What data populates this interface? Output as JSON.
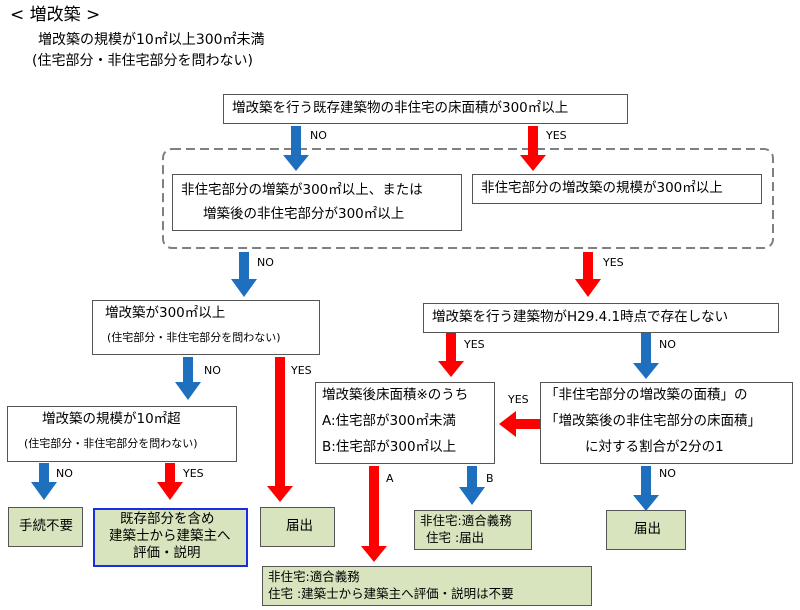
{
  "header": {
    "title": "< 増改築 >",
    "subtitle_1": "増改築の規模が10㎡以上300㎡未満",
    "subtitle_2": "(住宅部分・非住宅部分を問わない)"
  },
  "nodes": {
    "top_question": "増改築を行う既存建築物の非住宅の床面積が300㎡以上",
    "nonres_add_line1": "非住宅部分の増築が300㎡以上、または",
    "nonres_add_line2": "増築後の非住宅部分が300㎡以上",
    "nonres_scale": "非住宅部分の増改築の規模が300㎡以上",
    "scale_300_line1": "増改築が300㎡以上",
    "scale_300_line2": "(住宅部分・非住宅部分を問わない)",
    "h29_question": "増改築を行う建築物がH29.4.1時点で存在しない",
    "scale_10_line1": "増改築の規模が10㎡超",
    "scale_10_line2": "(住宅部分・非住宅部分を問わない)",
    "floor_area_line1": "増改築後床面積※のうち",
    "floor_area_line2": "A:住宅部が300㎡未満",
    "floor_area_line3": "B:住宅部が300㎡以上",
    "ratio_line1": "「非住宅部分の増改築の面積」の",
    "ratio_line2": "「増改築後の非住宅部分の床面積」",
    "ratio_line3": "に対する割合が2分の1"
  },
  "outcomes": {
    "no_procedure": "手続不要",
    "explain_line1": "既存部分を含め",
    "explain_line2": "建築士から建築主へ",
    "explain_line3": "評価・説明",
    "notify_1": "届出",
    "compliance_b_line1": "非住宅:適合義務",
    "compliance_b_line2": "住宅 :届出",
    "notify_2": "届出",
    "compliance_a_line1": "非住宅:適合義務",
    "compliance_a_line2": "住宅  :建築士から建築主へ評価・説明は不要"
  },
  "labels": {
    "no": "NO",
    "yes": "YES",
    "a": "A",
    "b": "B"
  },
  "colors": {
    "no_arrow": "#1f6fbf",
    "yes_arrow": "#ff0000",
    "outcome_fill": "#d7e4bd",
    "highlight_border": "#1b2de0"
  }
}
